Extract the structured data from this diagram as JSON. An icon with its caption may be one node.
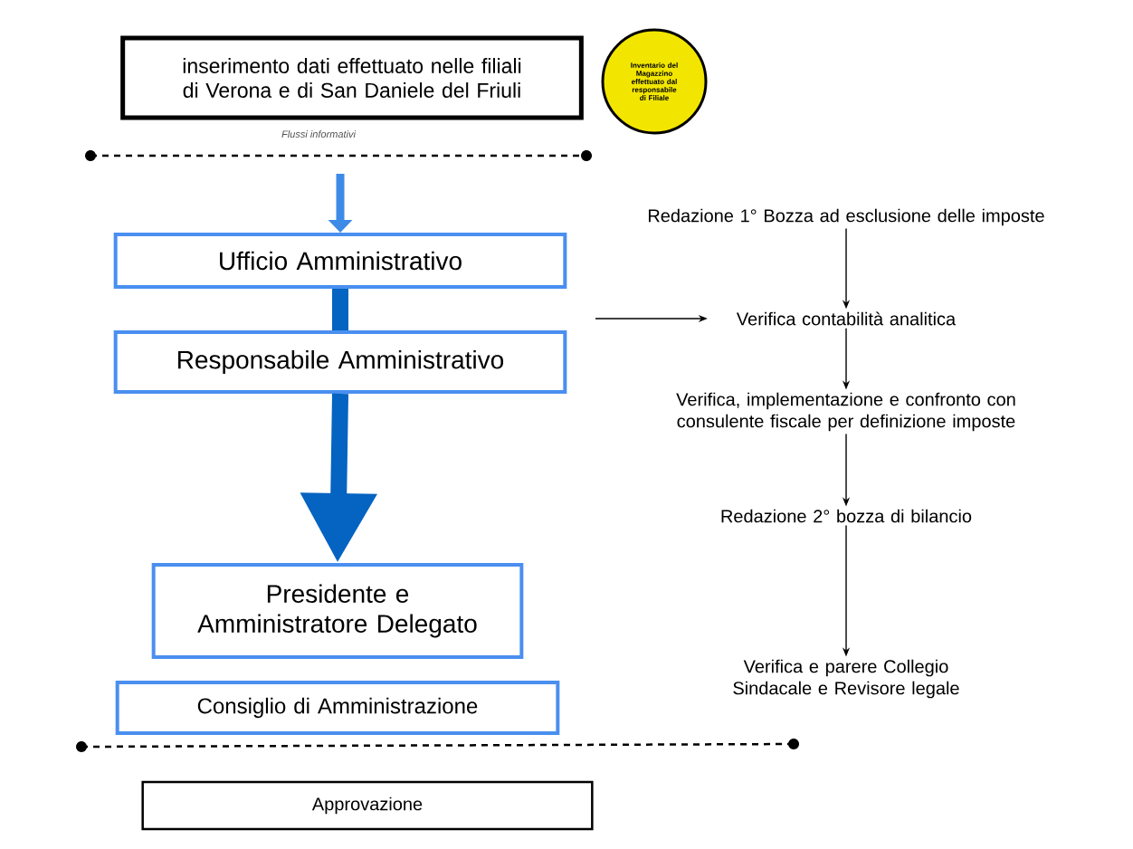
{
  "diagram": {
    "nodes": [
      {
        "text": [
          "inserimento dati effettuato nelle filiali di Verona e di San Daniele del Friuli"
        ]
      },
      {
        "text": [
          "Inventario del Magazzino effettuato dal responsabile di Filiale"
        ]
      },
      {
        "text": [
          "Ufficio Amministrativo"
        ]
      },
      {
        "text": [
          "Responsabile Amministrativo"
        ]
      },
      {
        "text": [
          "Presidente e Amministratore Delegato"
        ]
      },
      {
        "text": [
          "Consiglio di Amministrazione"
        ]
      },
      {
        "text": [
          "Approvazione"
        ]
      },
      {
        "text": [
          "Redazione 1° Bozza ad esclusione delle imposte"
        ]
      },
      {
        "text": [
          "Verifica contabilità analitica"
        ]
      },
      {
        "text": [
          "Verifica, implementazione e confronto con consulente fiscale per definizione imposte"
        ]
      },
      {
        "text": [
          "Redazione 2° bozza di bilancio"
        ]
      },
      {
        "text": [
          "Verifica e parere Collegio Sindacale e Revisore legale"
        ]
      }
    ],
    "edges": [
      {
        "from": null,
        "to": 2,
        "arrow": "to",
        "style": "thick",
        "color": "#3d8be6"
      },
      {
        "from": 2,
        "to": 3,
        "arrow": "none",
        "style": "thick",
        "color": "#0563c1"
      },
      {
        "from": 3,
        "to": 4,
        "arrow": "to",
        "style": "thick",
        "color": "#0563c1"
      },
      {
        "from": null,
        "to": 8,
        "arrow": "to"
      },
      {
        "from": 7,
        "to": 8,
        "arrow": "to"
      },
      {
        "from": 8,
        "to": 9,
        "arrow": "to"
      },
      {
        "from": 9,
        "to": 10,
        "arrow": "to"
      },
      {
        "from": 10,
        "to": 11,
        "arrow": "to"
      }
    ],
    "labels": [
      "Flussi informativi"
    ]
  }
}
